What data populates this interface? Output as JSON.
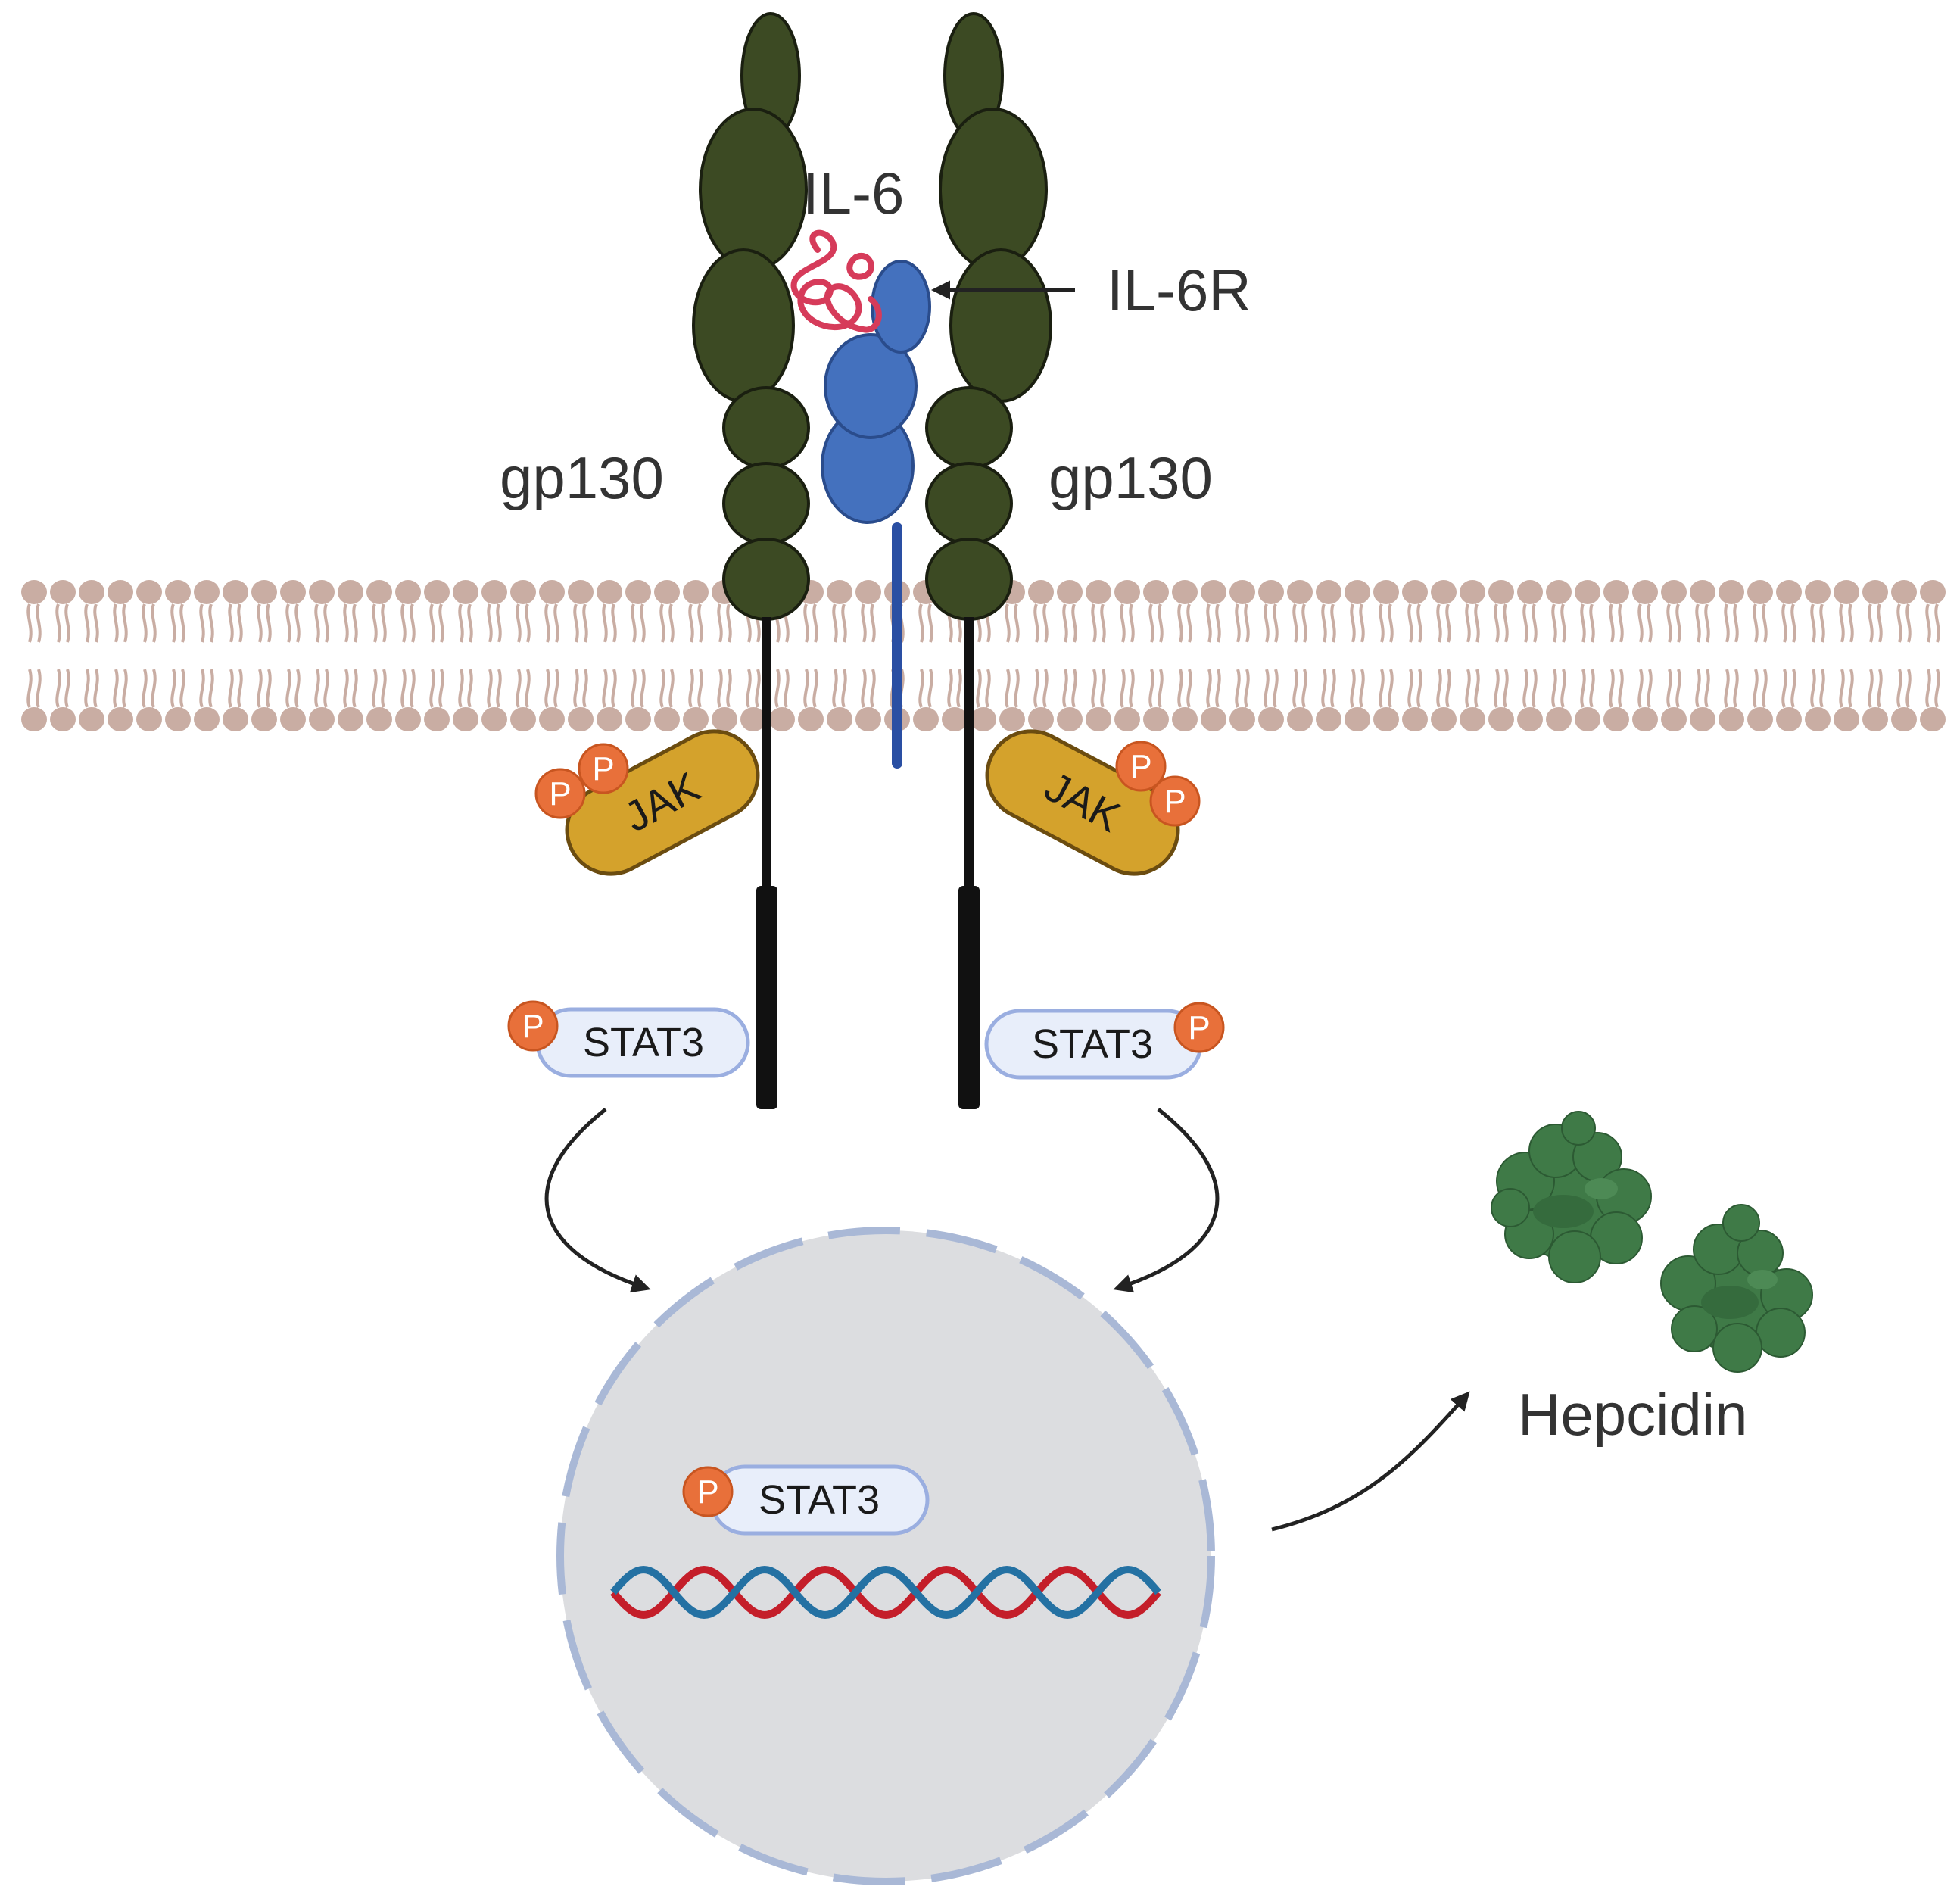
{
  "labels": {
    "il6": "IL-6",
    "il6r": "IL-6R",
    "gp130_left": "gp130",
    "gp130_right": "gp130",
    "hepcidin": "Hepcidin"
  },
  "jak": {
    "left": {
      "label": "JAK",
      "p1": "P",
      "p2": "P"
    },
    "right": {
      "label": "JAK",
      "p1": "P",
      "p2": "P"
    }
  },
  "stat3": {
    "left": {
      "label": "STAT3",
      "p": "P"
    },
    "right": {
      "label": "STAT3",
      "p": "P"
    },
    "nucleus": {
      "label": "STAT3",
      "p": "P"
    }
  },
  "icons": {
    "membrane": "lipid-bilayer-icon",
    "nucleus": "nucleus-icon",
    "dna": "dna-helix-icon",
    "hepcidin": "protein-cluster-icon"
  },
  "colors": {
    "gp130": "#3c4a23",
    "il6r": "#4471be",
    "il6": "#d63b5a",
    "jak": "#d4a22c",
    "phospho": "#e8703a",
    "stat3": "#e8eefa",
    "membrane": "#c9ada3",
    "nucleus": "#dcdde0",
    "dna_red": "#c41e2a",
    "dna_blue": "#2471a3",
    "hepcidin": "#3f7a47"
  }
}
